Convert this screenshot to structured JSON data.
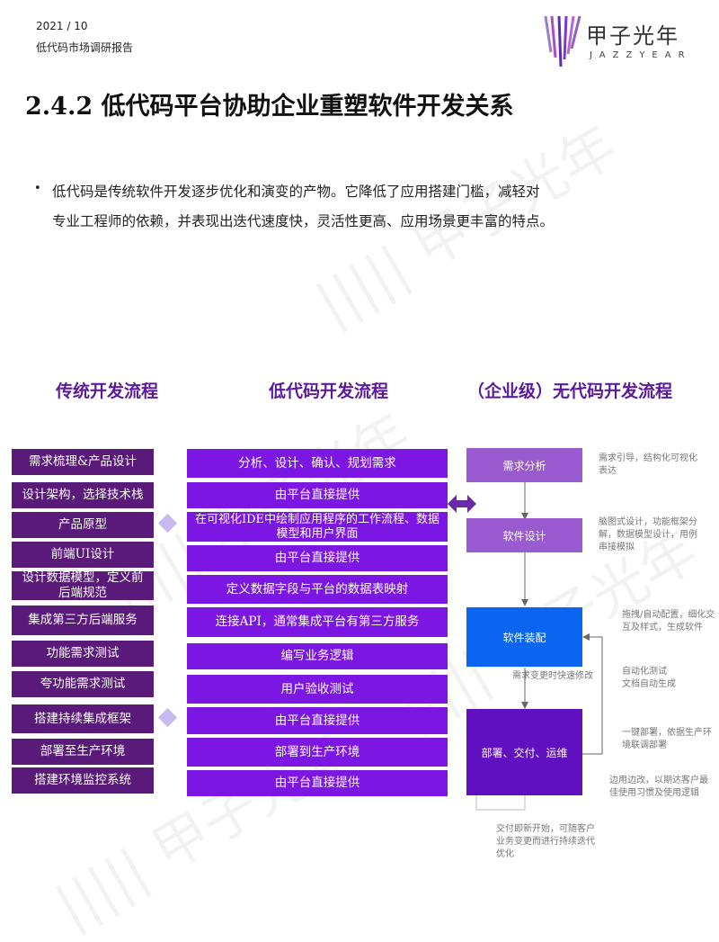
{
  "header": {
    "date": "2021 / 10",
    "report_name": "低代码市场调研报告"
  },
  "logo": {
    "cn": "甲子光年",
    "en": "JAZZYEAR"
  },
  "title": "2.4.2 低代码平台协助企业重塑软件开发关系",
  "intro": {
    "line1": "低代码是传统软件开发逐步优化和演变的产物。它降低了应用搭建门槛，减轻对",
    "line2": "专业工程师的依赖，并表现出迭代速度快，灵活性更高、应用场景更丰富的特点。"
  },
  "columns": {
    "traditional": "传统开发流程",
    "lowcode": "低代码开发流程",
    "nocode": "（企业级）无代码开发流程"
  },
  "traditional_steps": [
    "需求梳理&产品设计",
    "设计架构，选择技术栈",
    "产品原型",
    "前端UI设计",
    "设计数据模型，定义前后端规范",
    "集成第三方后端服务",
    "功能需求测试",
    "夸功能需求测试",
    "搭建持续集成框架",
    "部署至生产环境",
    "搭建环境监控系统"
  ],
  "lowcode_steps": [
    "分析、设计、确认、规划需求",
    "由平台直接提供",
    "在可视化IDE中绘制应用程序的工作流程、数据模型和用户界面",
    "由平台直接提供",
    "定义数据字段与平台的数据表映射",
    "连接API，通常集成平台有第三方服务",
    "编写业务逻辑",
    "用户验收测试",
    "由平台直接提供",
    "部署到生产环境",
    "由平台直接提供"
  ],
  "nocode": {
    "steps": [
      "需求分析",
      "软件设计",
      "软件装配",
      "部署、交付、运维"
    ],
    "notes": {
      "analysis": "需求引导，结构化可视化表达",
      "design": "脑图式设计，功能框架分解，数据模型设计，用例串接模拟",
      "assembly": "拖拽/自动配置，细化交互及样式，生成软件",
      "testing": "自动化测试\n文档自动生成",
      "deploy": "一键部署，依据生产环境联调部署",
      "iterate": "边用边改，以期达客户最佳使用习惯及使用逻辑",
      "change": "需求变更时快速修改",
      "loop": "交付即新开始，可随客户业务变更而进行持续迭代优化"
    }
  },
  "colors": {
    "traditional": "#5a1a7a",
    "lowcode": "#7b16e3",
    "nocode_light": "#9a5bd0",
    "nocode_blue": "#0a66f0",
    "nocode_dark": "#6010c0",
    "heading": "#5a1a9a"
  }
}
